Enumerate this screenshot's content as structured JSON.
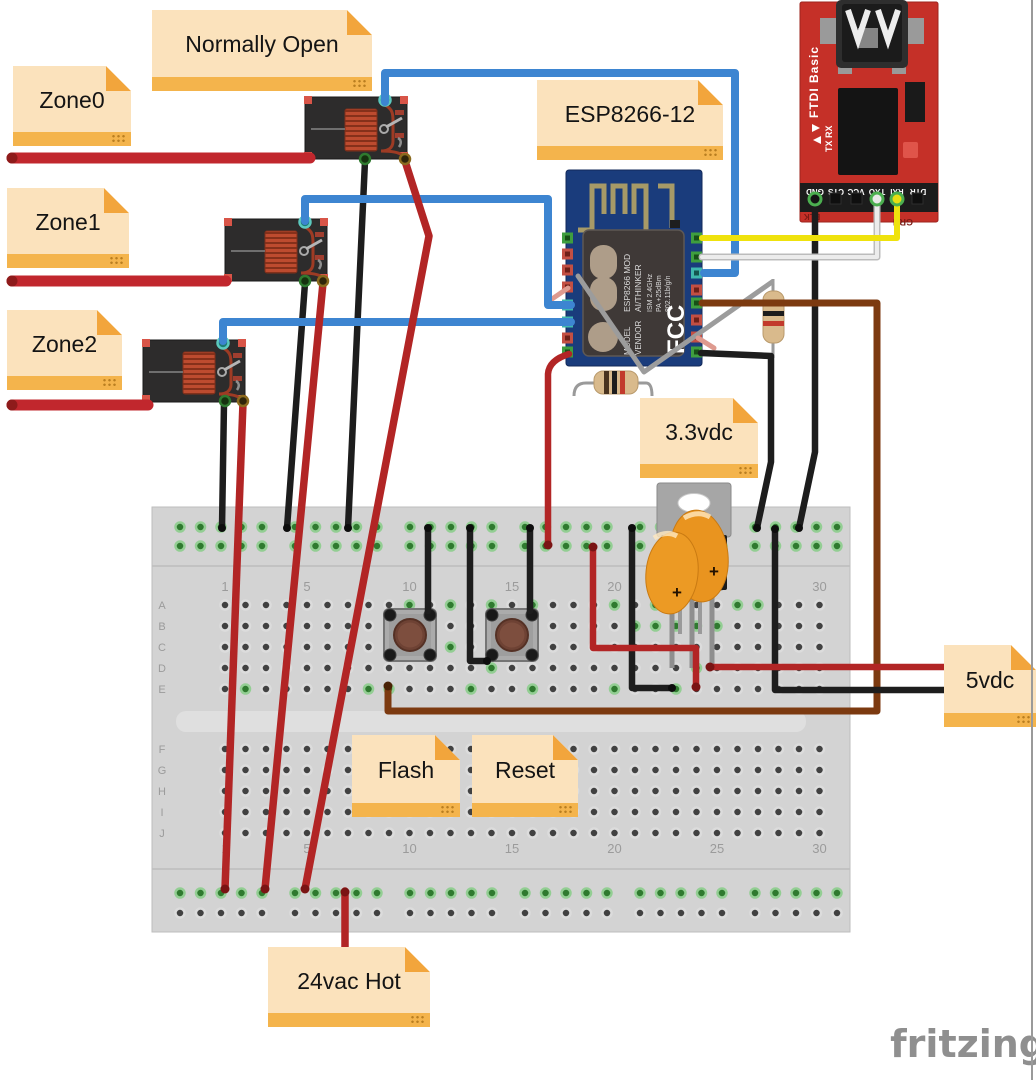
{
  "notes": {
    "normally_open": "Normally Open",
    "zone0": "Zone0",
    "zone1": "Zone1",
    "zone2": "Zone2",
    "esp": "ESP8266-12",
    "v33": "3.3vdc",
    "v5": "5vdc",
    "flash": "Flash",
    "reset": "Reset",
    "hot": "24vac Hot"
  },
  "ftdi": {
    "title": "FTDI Basic",
    "tx_rx": "TX RX",
    "pins": [
      "GND",
      "CTS",
      "VCC",
      "TXO",
      "RXI",
      "DTR"
    ],
    "left_tag": "BLK",
    "right_tag": "GRN"
  },
  "esp_module": {
    "model_label": "MODEL",
    "vendor_label": "VENDOR",
    "model": "ESP8266 MOD",
    "vendor": "AI/THINKER",
    "freq": "ISM 2.4GHz",
    "pa": "PA +25dBm",
    "std": "802.11b/g/n",
    "fcc": "FCC"
  },
  "breadboard": {
    "column_numbers": [
      "1",
      "5",
      "10",
      "15",
      "20",
      "25",
      "30"
    ],
    "row_letters_top": [
      "A",
      "B",
      "C",
      "D",
      "E"
    ],
    "row_letters_bottom": [
      "F",
      "G",
      "H",
      "I",
      "J"
    ]
  },
  "capacitor_plus": "+",
  "watermark": "fritzing",
  "colors": {
    "wire_red": "#C1272D",
    "wire_blue": "#3D85D1",
    "wire_black": "#1D1D1D",
    "wire_yellow": "#EFE20D",
    "wire_white": "#E6E6E6",
    "wire_brown": "#7C3A10",
    "note_body": "#FBE2BC",
    "note_strip": "#F4B44C",
    "ftdi_board_red": "#C53028",
    "esp_board_blue": "#1A3C7C"
  }
}
